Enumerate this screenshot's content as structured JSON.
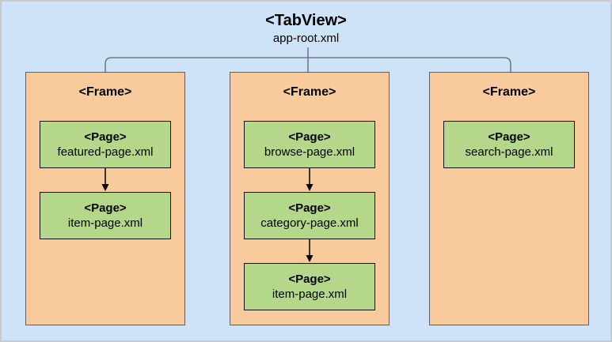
{
  "diagram": {
    "root": {
      "title": "<TabView>",
      "subtitle": "app-root.xml"
    },
    "frames": [
      {
        "label": "<Frame>",
        "pages": [
          {
            "label": "<Page>",
            "filename": "featured-page.xml"
          },
          {
            "label": "<Page>",
            "filename": "item-page.xml"
          }
        ]
      },
      {
        "label": "<Frame>",
        "pages": [
          {
            "label": "<Page>",
            "filename": "browse-page.xml"
          },
          {
            "label": "<Page>",
            "filename": "category-page.xml"
          },
          {
            "label": "<Page>",
            "filename": "item-page.xml"
          }
        ]
      },
      {
        "label": "<Frame>",
        "pages": [
          {
            "label": "<Page>",
            "filename": "search-page.xml"
          }
        ]
      }
    ],
    "colors": {
      "background": "#CEE3F8",
      "outer_border": "#C9C9C9",
      "frame_fill": "#F9CB9C",
      "frame_border": "#5F5F5F",
      "page_fill": "#B5D78A",
      "page_border": "#111111",
      "connector_line": "#666666",
      "arrow": "#000000"
    }
  }
}
